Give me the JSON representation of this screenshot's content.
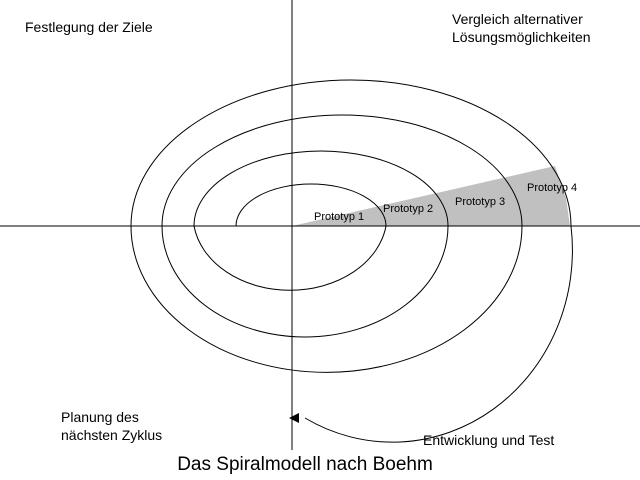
{
  "title": "Das Spiralmodell nach Boehm",
  "quadrants": {
    "top_left": [
      "Festlegung der Ziele"
    ],
    "top_right": [
      "Vergleich alternativer",
      "Lösungsmöglichkeiten"
    ],
    "bottom_left": [
      "Planung des",
      "nächsten Zyklus"
    ],
    "bottom_right": [
      "Entwicklung und Test"
    ]
  },
  "prototypes": [
    "Prototyp 1",
    "Prototyp 2",
    "Prototyp 3",
    "Prototyp 4"
  ],
  "colors": {
    "line": "#000000",
    "prototype_wedge": "#c0c0c0",
    "background": "#ffffff"
  }
}
